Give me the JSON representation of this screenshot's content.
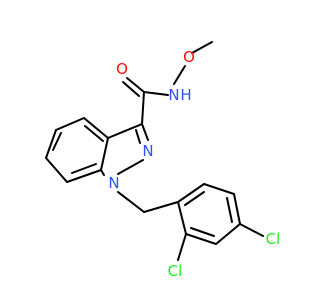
{
  "molecule": {
    "atoms": {
      "O_carbonyl": {
        "symbol": "O",
        "color": "#ff0d0d"
      },
      "N_amide": {
        "symbol": "N",
        "color": "#3050f8"
      },
      "H_amide": {
        "symbol": "H",
        "color": "#3050f8"
      },
      "O_methoxy": {
        "symbol": "O",
        "color": "#ff0d0d"
      },
      "N2": {
        "symbol": "N",
        "color": "#3050f8"
      },
      "N1": {
        "symbol": "N",
        "color": "#3050f8"
      },
      "Cl_para": {
        "symbol": "Cl",
        "color": "#1ff01f"
      },
      "Cl_ortho": {
        "symbol": "Cl",
        "color": "#1ff01f"
      }
    }
  }
}
